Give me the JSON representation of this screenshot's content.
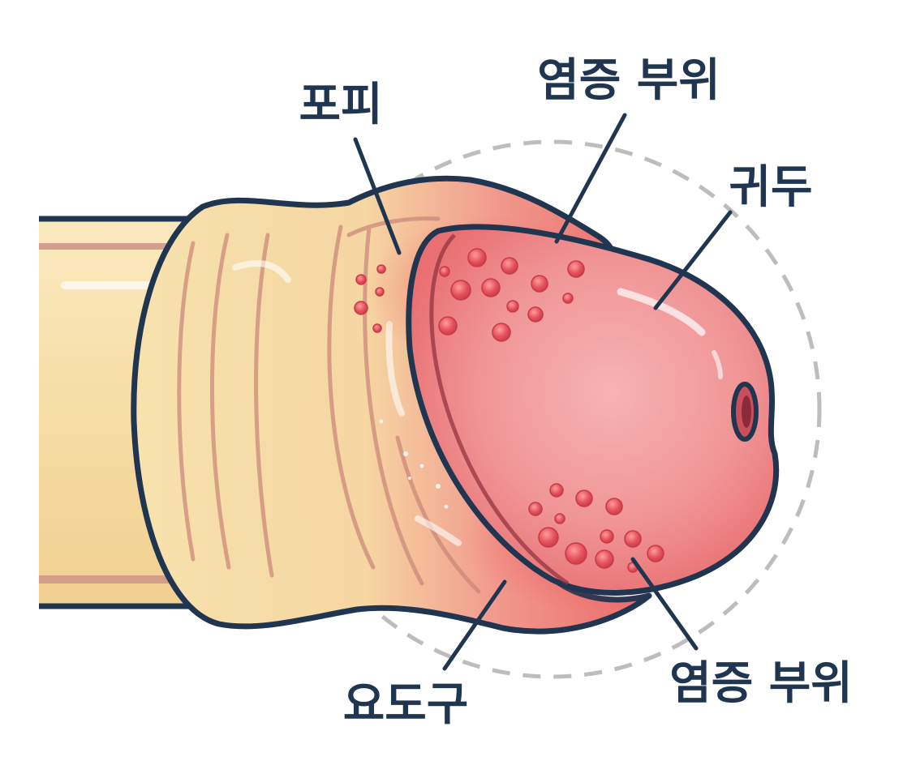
{
  "labels": {
    "foreskin": "포피",
    "inflamed_top": "염증 부위",
    "glans": "귀두",
    "urethral_opening": "요도구",
    "inflamed_bottom": "염증 부위"
  },
  "colors": {
    "outline": "#1f3550",
    "shaft": "#f6dfa8",
    "shaft_stripe": "#c98f86",
    "foreskin": "#f4dca3",
    "inflamed": "#ec6d6d",
    "glans": "#f19a9c",
    "pustule": "#e2505a",
    "dashed_circle": "#bdbdbd"
  }
}
